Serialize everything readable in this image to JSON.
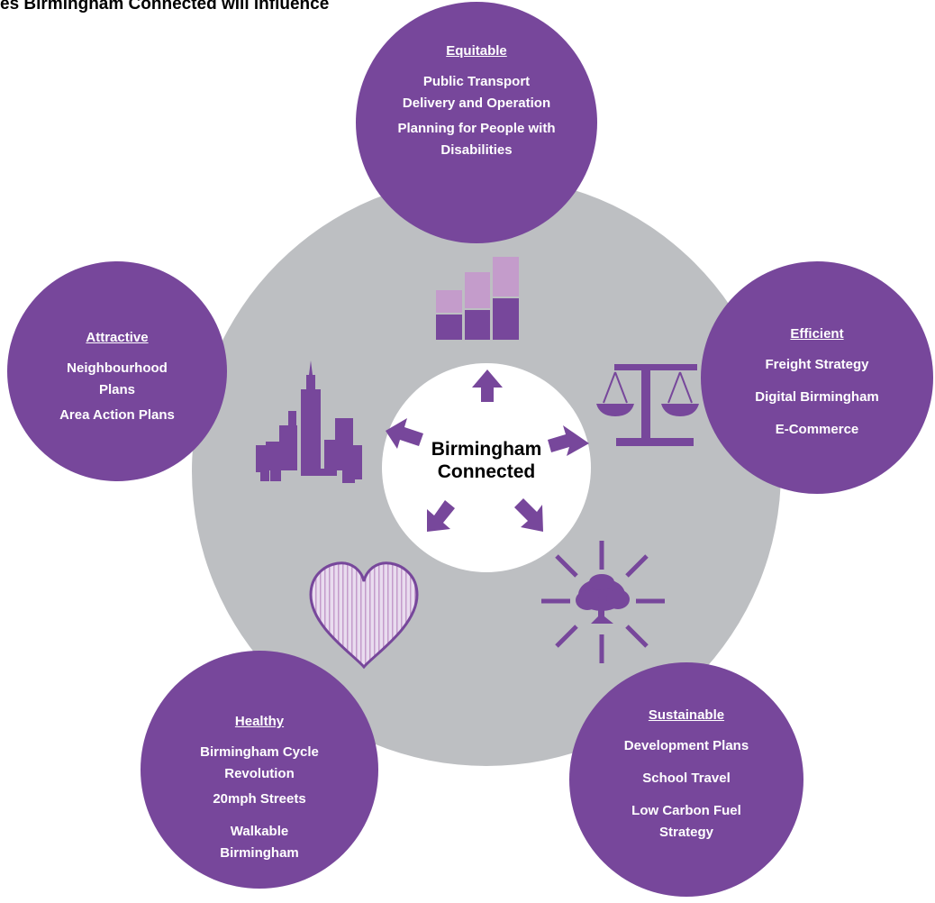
{
  "title": "es Birmingham Connected will influence",
  "center": {
    "label_line1": "Birmingham",
    "label_line2": "Connected"
  },
  "themes": [
    {
      "id": "equitable",
      "title": "Equitable",
      "items": [
        "Public Transport Delivery and Operation",
        "Planning for People with Disabilities"
      ],
      "icon": "bar-chart-icon"
    },
    {
      "id": "efficient",
      "title": "Efficient",
      "items": [
        "Freight Strategy",
        "Digital Birmingham",
        "E-Commerce"
      ],
      "icon": "scales-icon"
    },
    {
      "id": "sustainable",
      "title": "Sustainable",
      "items": [
        "Development Plans",
        "School Travel",
        "Low Carbon Fuel Strategy"
      ],
      "icon": "tree-sun-icon"
    },
    {
      "id": "healthy",
      "title": "Healthy",
      "items": [
        "Birmingham Cycle Revolution",
        "20mph Streets",
        "Walkable Birmingham"
      ],
      "icon": "heart-icon"
    },
    {
      "id": "attractive",
      "title": "Attractive",
      "items": [
        "Neighbourhood Plans",
        "Area Action Plans"
      ],
      "icon": "skyline-icon"
    }
  ],
  "colors": {
    "purple": "#77479b",
    "light_purple": "#c49ccb",
    "grey": "#bdbfc2",
    "white": "#ffffff"
  }
}
